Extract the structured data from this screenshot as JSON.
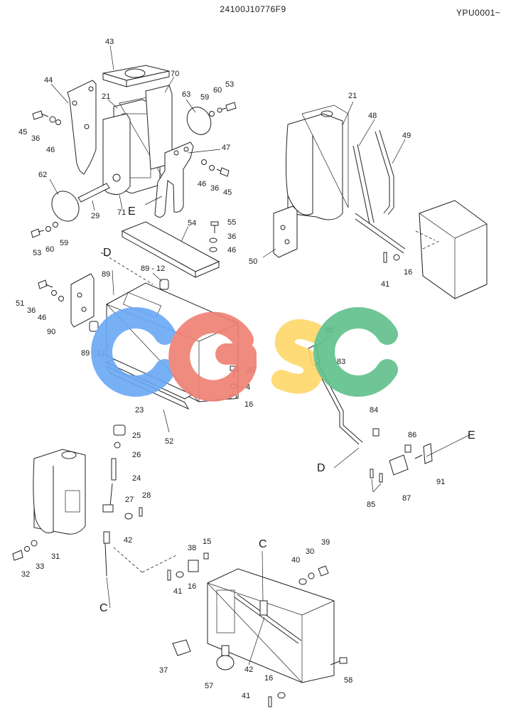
{
  "header": {
    "part_code": "24100J10776F9",
    "page_code": "YPU0001~"
  },
  "watermark": {
    "letters": [
      "C",
      "G",
      "S",
      "C"
    ],
    "colors": [
      "#6aa8f5",
      "#ef7f72",
      "#ffd86a",
      "#5fbf8a"
    ]
  },
  "callouts": {
    "c43": "43",
    "c44": "44",
    "c70": "70",
    "c21a": "21",
    "c63": "63",
    "c59a": "59",
    "c60a": "60",
    "c53a": "53",
    "c45a": "45",
    "c36a": "36",
    "c46a": "46",
    "c47": "47",
    "c46b": "46",
    "c36b": "36",
    "c45b": "45",
    "c62": "62",
    "c29": "29",
    "c71": "71",
    "c53b": "53",
    "c60b": "60",
    "c59b": "59",
    "c54": "54",
    "c55": "55",
    "c36c": "36",
    "c46c": "46",
    "c21b": "21",
    "c48": "48",
    "c49": "49",
    "c50": "50",
    "c41a": "41",
    "c16a": "16",
    "c89": "89",
    "c8912a": "89 - 12",
    "c51": "51",
    "c36d": "36",
    "c46d": "46",
    "c90": "90",
    "c8912b": "89 - 12",
    "c20": "20",
    "c4": "4",
    "c16b": "16",
    "c52": "52",
    "c88": "88",
    "c83": "83",
    "c84": "84",
    "c86": "86",
    "c91": "91",
    "c87": "87",
    "c85": "85",
    "c23": "23",
    "c25": "25",
    "c26": "26",
    "c24": "24",
    "c27": "27",
    "c28": "28",
    "c42a": "42",
    "c31": "31",
    "c32": "32",
    "c33": "33",
    "c38": "38",
    "c15": "15",
    "c41b": "41",
    "c16c": "16",
    "c40": "40",
    "c30": "30",
    "c39": "39",
    "c37": "37",
    "c42b": "42",
    "c57": "57",
    "c58": "58",
    "c16d": "16",
    "c41c": "41"
  },
  "section_marks": {
    "e_left": "E",
    "d_mid": "D",
    "d_right": "D",
    "e_right": "E",
    "c_left": "C",
    "c_bottom": "C"
  }
}
